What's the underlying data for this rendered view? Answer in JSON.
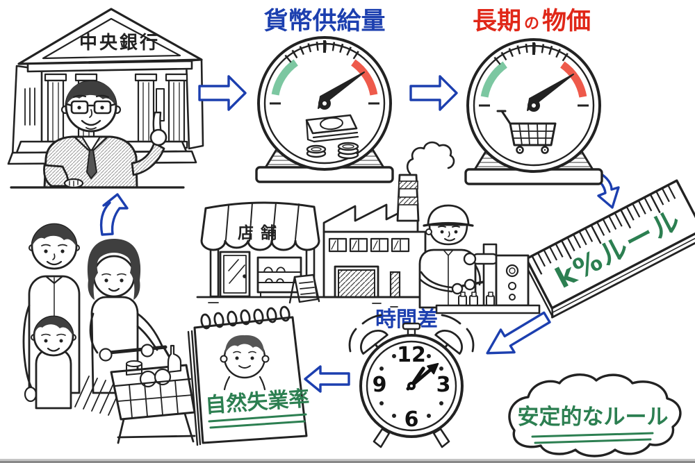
{
  "illustration": {
    "central_bank": {
      "sign": "中央銀行"
    },
    "money_supply": {
      "label": "貨幣供給量"
    },
    "long_term_prices": {
      "label_main1": "長期",
      "label_particle": "の",
      "label_main2": "物価"
    },
    "k_percent_rule": {
      "label": "k%ルール"
    },
    "time_lag": {
      "label": "時間差"
    },
    "clock": {
      "numbers": [
        "12",
        "3",
        "6",
        "9"
      ]
    },
    "natural_unemployment_rate": {
      "label": "自然失業率"
    },
    "stable_rule": {
      "label": "安定的なルール"
    },
    "store": {
      "sign": "店舗"
    },
    "colors": {
      "ink": "#222222",
      "label_blue": "#1c3faf",
      "label_red": "#e02718",
      "label_green": "#2c7f51",
      "arrow_blue": "#1c3faf",
      "gauge_green_zone": "#7cc7a1",
      "gauge_red_zone": "#ee5a4b",
      "background": "#ffffff"
    }
  }
}
